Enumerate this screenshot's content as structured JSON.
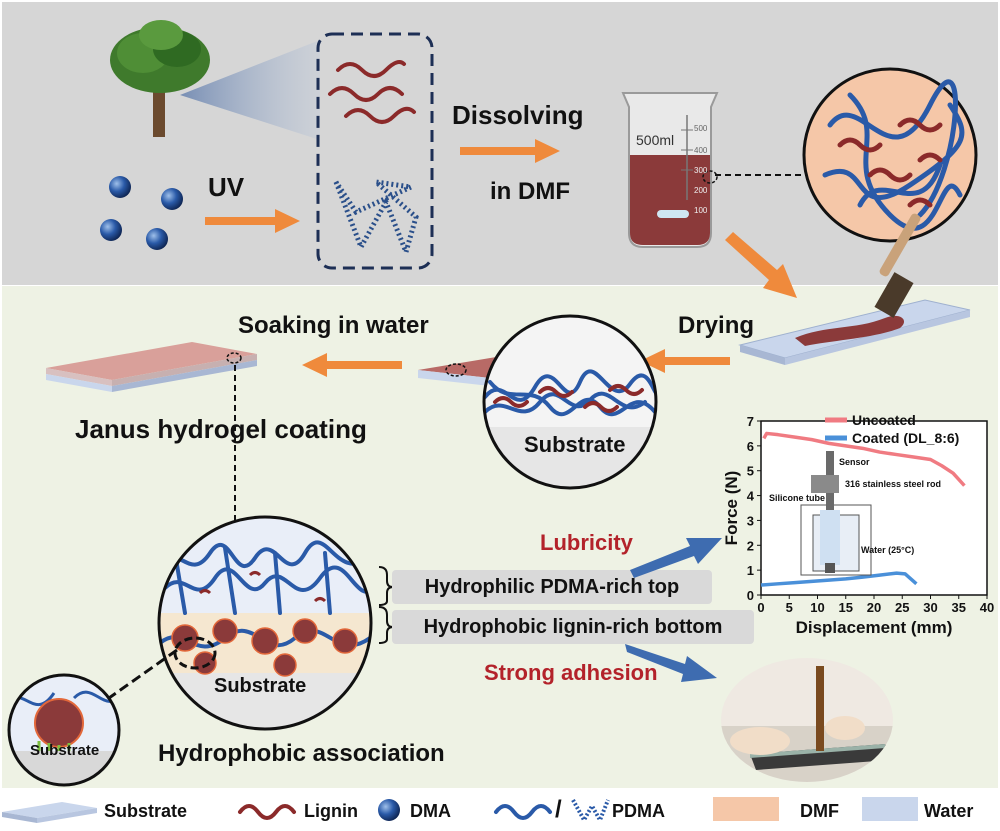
{
  "steps": {
    "uv": "UV",
    "dissolving": "Dissolving",
    "in_dmf": "in DMF",
    "beaker_volume": "500ml",
    "beaker_marks": [
      "500",
      "400",
      "300",
      "200",
      "100"
    ],
    "drying": "Drying",
    "soaking": "Soaking in water",
    "janus": "Janus hydrogel coating",
    "substrate": "Substrate",
    "hydrophobic_association": "Hydrophobic association"
  },
  "layers": {
    "top": "Hydrophilic PDMA-rich top",
    "bottom": "Hydrophobic lignin-rich bottom"
  },
  "properties": {
    "lubricity": "Lubricity",
    "adhesion": "Strong adhesion"
  },
  "colors": {
    "lignin": "#8b2a2a",
    "pdma": "#2a5aa8",
    "dmf": "#f5c7a8",
    "water": "#c9d6ec",
    "arrow_orange": "#ef8a3c",
    "arrow_blue": "#3e6cb0",
    "uncoated": "#f07b82",
    "coated": "#4a90d9"
  },
  "legend": {
    "substrate": "Substrate",
    "lignin": "Lignin",
    "dma": "DMA",
    "slash": "/",
    "pdma": "PDMA",
    "dmf": "DMF",
    "water": "Water"
  },
  "inset": {
    "sensor": "Sensor",
    "rod": "316 stainless steel rod",
    "tube": "Silicone tube",
    "water": "Water (25°C)"
  },
  "chart_data": {
    "type": "line",
    "xlabel": "Displacement (mm)",
    "ylabel": "Force (N)",
    "xlim": [
      0,
      40
    ],
    "ylim": [
      0,
      7
    ],
    "xticks": [
      0,
      5,
      10,
      15,
      20,
      25,
      30,
      35,
      40
    ],
    "yticks": [
      0,
      1,
      2,
      3,
      4,
      5,
      6,
      7
    ],
    "legend_position": "top-right",
    "series": [
      {
        "name": "Uncoated",
        "color": "#f07b82",
        "x": [
          0.5,
          1,
          3,
          6,
          9,
          12,
          15,
          18,
          21,
          24,
          27,
          30,
          32,
          34,
          36
        ],
        "y": [
          6.3,
          6.5,
          6.45,
          6.35,
          6.25,
          6.1,
          6.0,
          5.9,
          5.75,
          5.65,
          5.55,
          5.45,
          5.2,
          4.9,
          4.4
        ]
      },
      {
        "name": "Coated (DL_8:6)",
        "color": "#4a90d9",
        "x": [
          0,
          3,
          6,
          9,
          12,
          15,
          18,
          21,
          24,
          25.5,
          26.5,
          27.5
        ],
        "y": [
          0.4,
          0.45,
          0.5,
          0.55,
          0.6,
          0.65,
          0.72,
          0.8,
          0.88,
          0.85,
          0.65,
          0.45
        ]
      }
    ]
  }
}
